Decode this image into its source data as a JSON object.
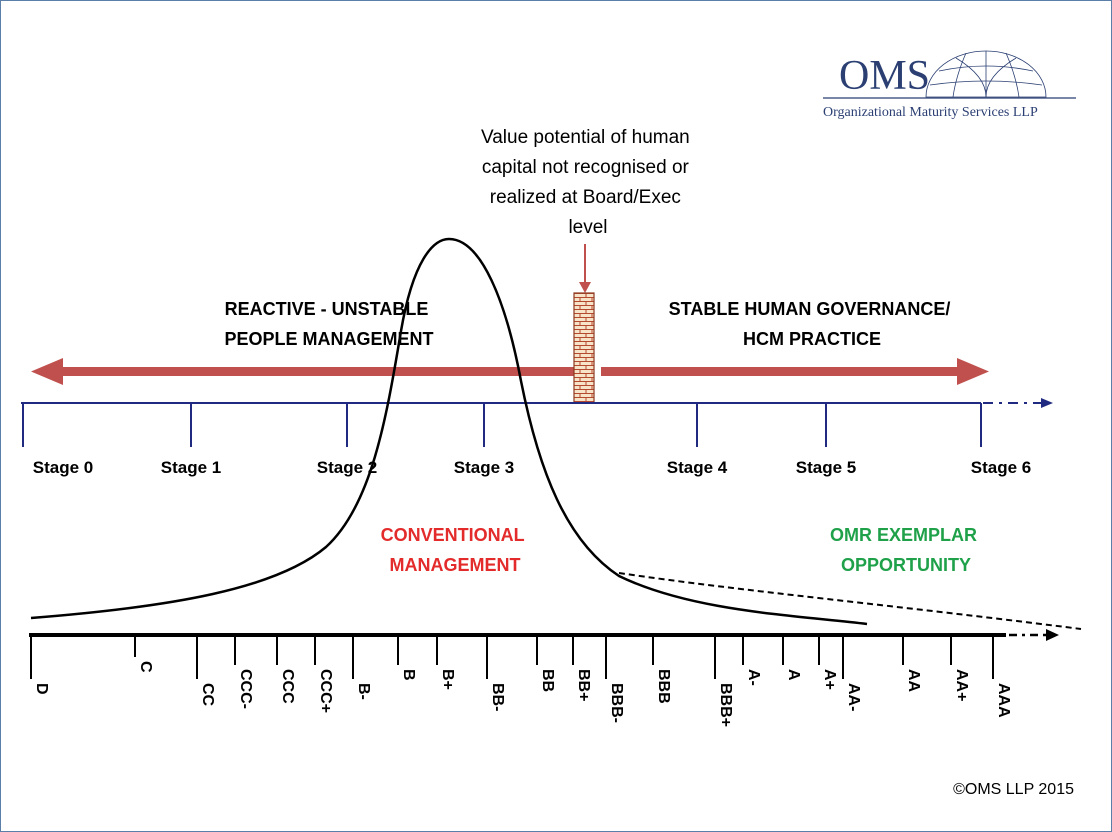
{
  "logo": {
    "acronym": "OMS",
    "full_name": "Organizational Maturity Services LLP"
  },
  "annotation": {
    "lines": [
      "Value potential of human",
      "capital not recognised or",
      "realized at Board/Exec",
      "level"
    ]
  },
  "zones": {
    "reactive": [
      "REACTIVE - UNSTABLE",
      "PEOPLE MANAGEMENT"
    ],
    "stable": [
      "STABLE HUMAN GOVERNANCE/",
      "HCM PRACTICE"
    ],
    "conventional": [
      "CONVENTIONAL",
      "MANAGEMENT"
    ],
    "exemplar": [
      "OMR EXEMPLAR",
      "OPPORTUNITY"
    ]
  },
  "stages": [
    "Stage 0",
    "Stage 1",
    "Stage 2",
    "Stage 3",
    "Stage 4",
    "Stage 5",
    "Stage 6"
  ],
  "ratings": [
    "D",
    "C",
    "CC",
    "CCC-",
    "CCC",
    "CCC+",
    "B-",
    "B",
    "B+",
    "BB-",
    "BB",
    "BB+",
    "BBB-",
    "BBB",
    "BBB+",
    "A-",
    "A",
    "A+",
    "AA-",
    "AA",
    "AA+",
    "AAA"
  ],
  "copyright": "©OMS LLP 2015",
  "colors": {
    "arrow": "#c0504d",
    "axis": "#1f2a80",
    "conventional": "#e32b2b",
    "exemplar": "#1fa14a",
    "logo": "#2b3f73"
  }
}
